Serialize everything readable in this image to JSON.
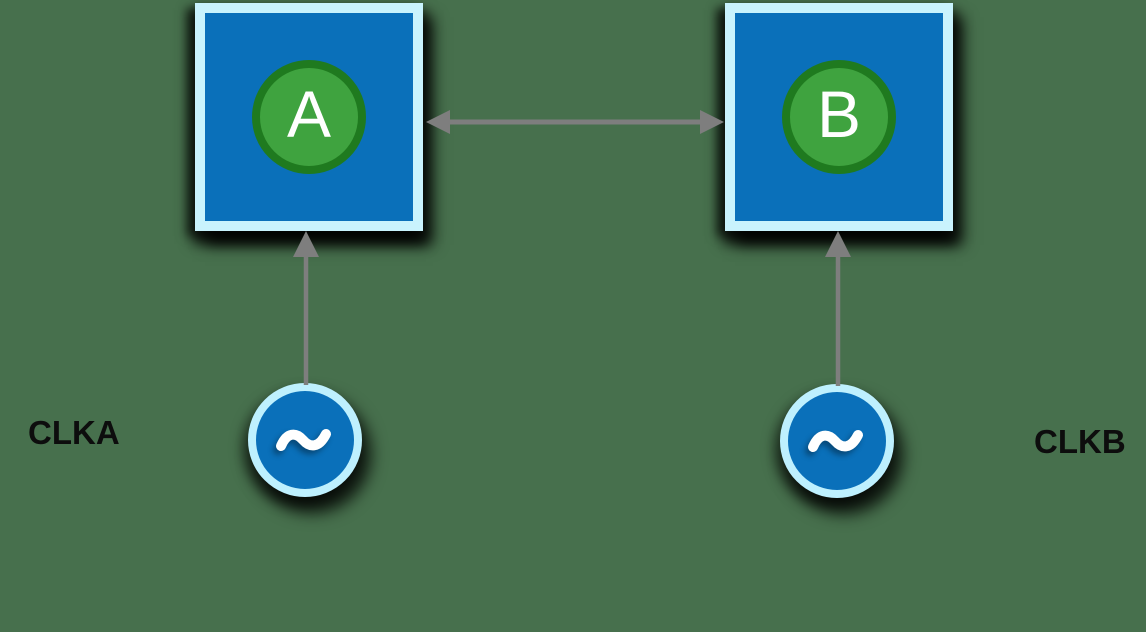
{
  "background": {
    "color": "#47704D"
  },
  "nodes": {
    "module_a": {
      "label": "A",
      "fill": "#0A70BA",
      "border": "#C9F3FD",
      "badge_fill": "#3FA33F",
      "badge_border": "#1F7A1F",
      "badge_text_color": "#FFFFFF"
    },
    "module_b": {
      "label": "B",
      "fill": "#0A70BA",
      "border": "#C9F3FD",
      "badge_fill": "#3FA33F",
      "badge_border": "#1F7A1F",
      "badge_text_color": "#FFFFFF"
    },
    "clock_a": {
      "label": "CLKA",
      "symbol": "sine-wave-icon",
      "fill": "#0A70BA",
      "ring": "#BEF0FE",
      "symbol_color": "#FFFFFF"
    },
    "clock_b": {
      "label": "CLKB",
      "symbol": "sine-wave-icon",
      "fill": "#0A70BA",
      "ring": "#BEF0FE",
      "symbol_color": "#FFFFFF"
    }
  },
  "edges": {
    "a_b": {
      "type": "bidirectional-arrow",
      "from": "A",
      "to": "B",
      "color": "#7E7E7E"
    },
    "clka_to_a": {
      "type": "arrow-up",
      "from": "CLKA",
      "to": "A",
      "color": "#7E7E7E"
    },
    "clkb_to_b": {
      "type": "arrow-up",
      "from": "CLKB",
      "to": "B",
      "color": "#7E7E7E"
    }
  }
}
